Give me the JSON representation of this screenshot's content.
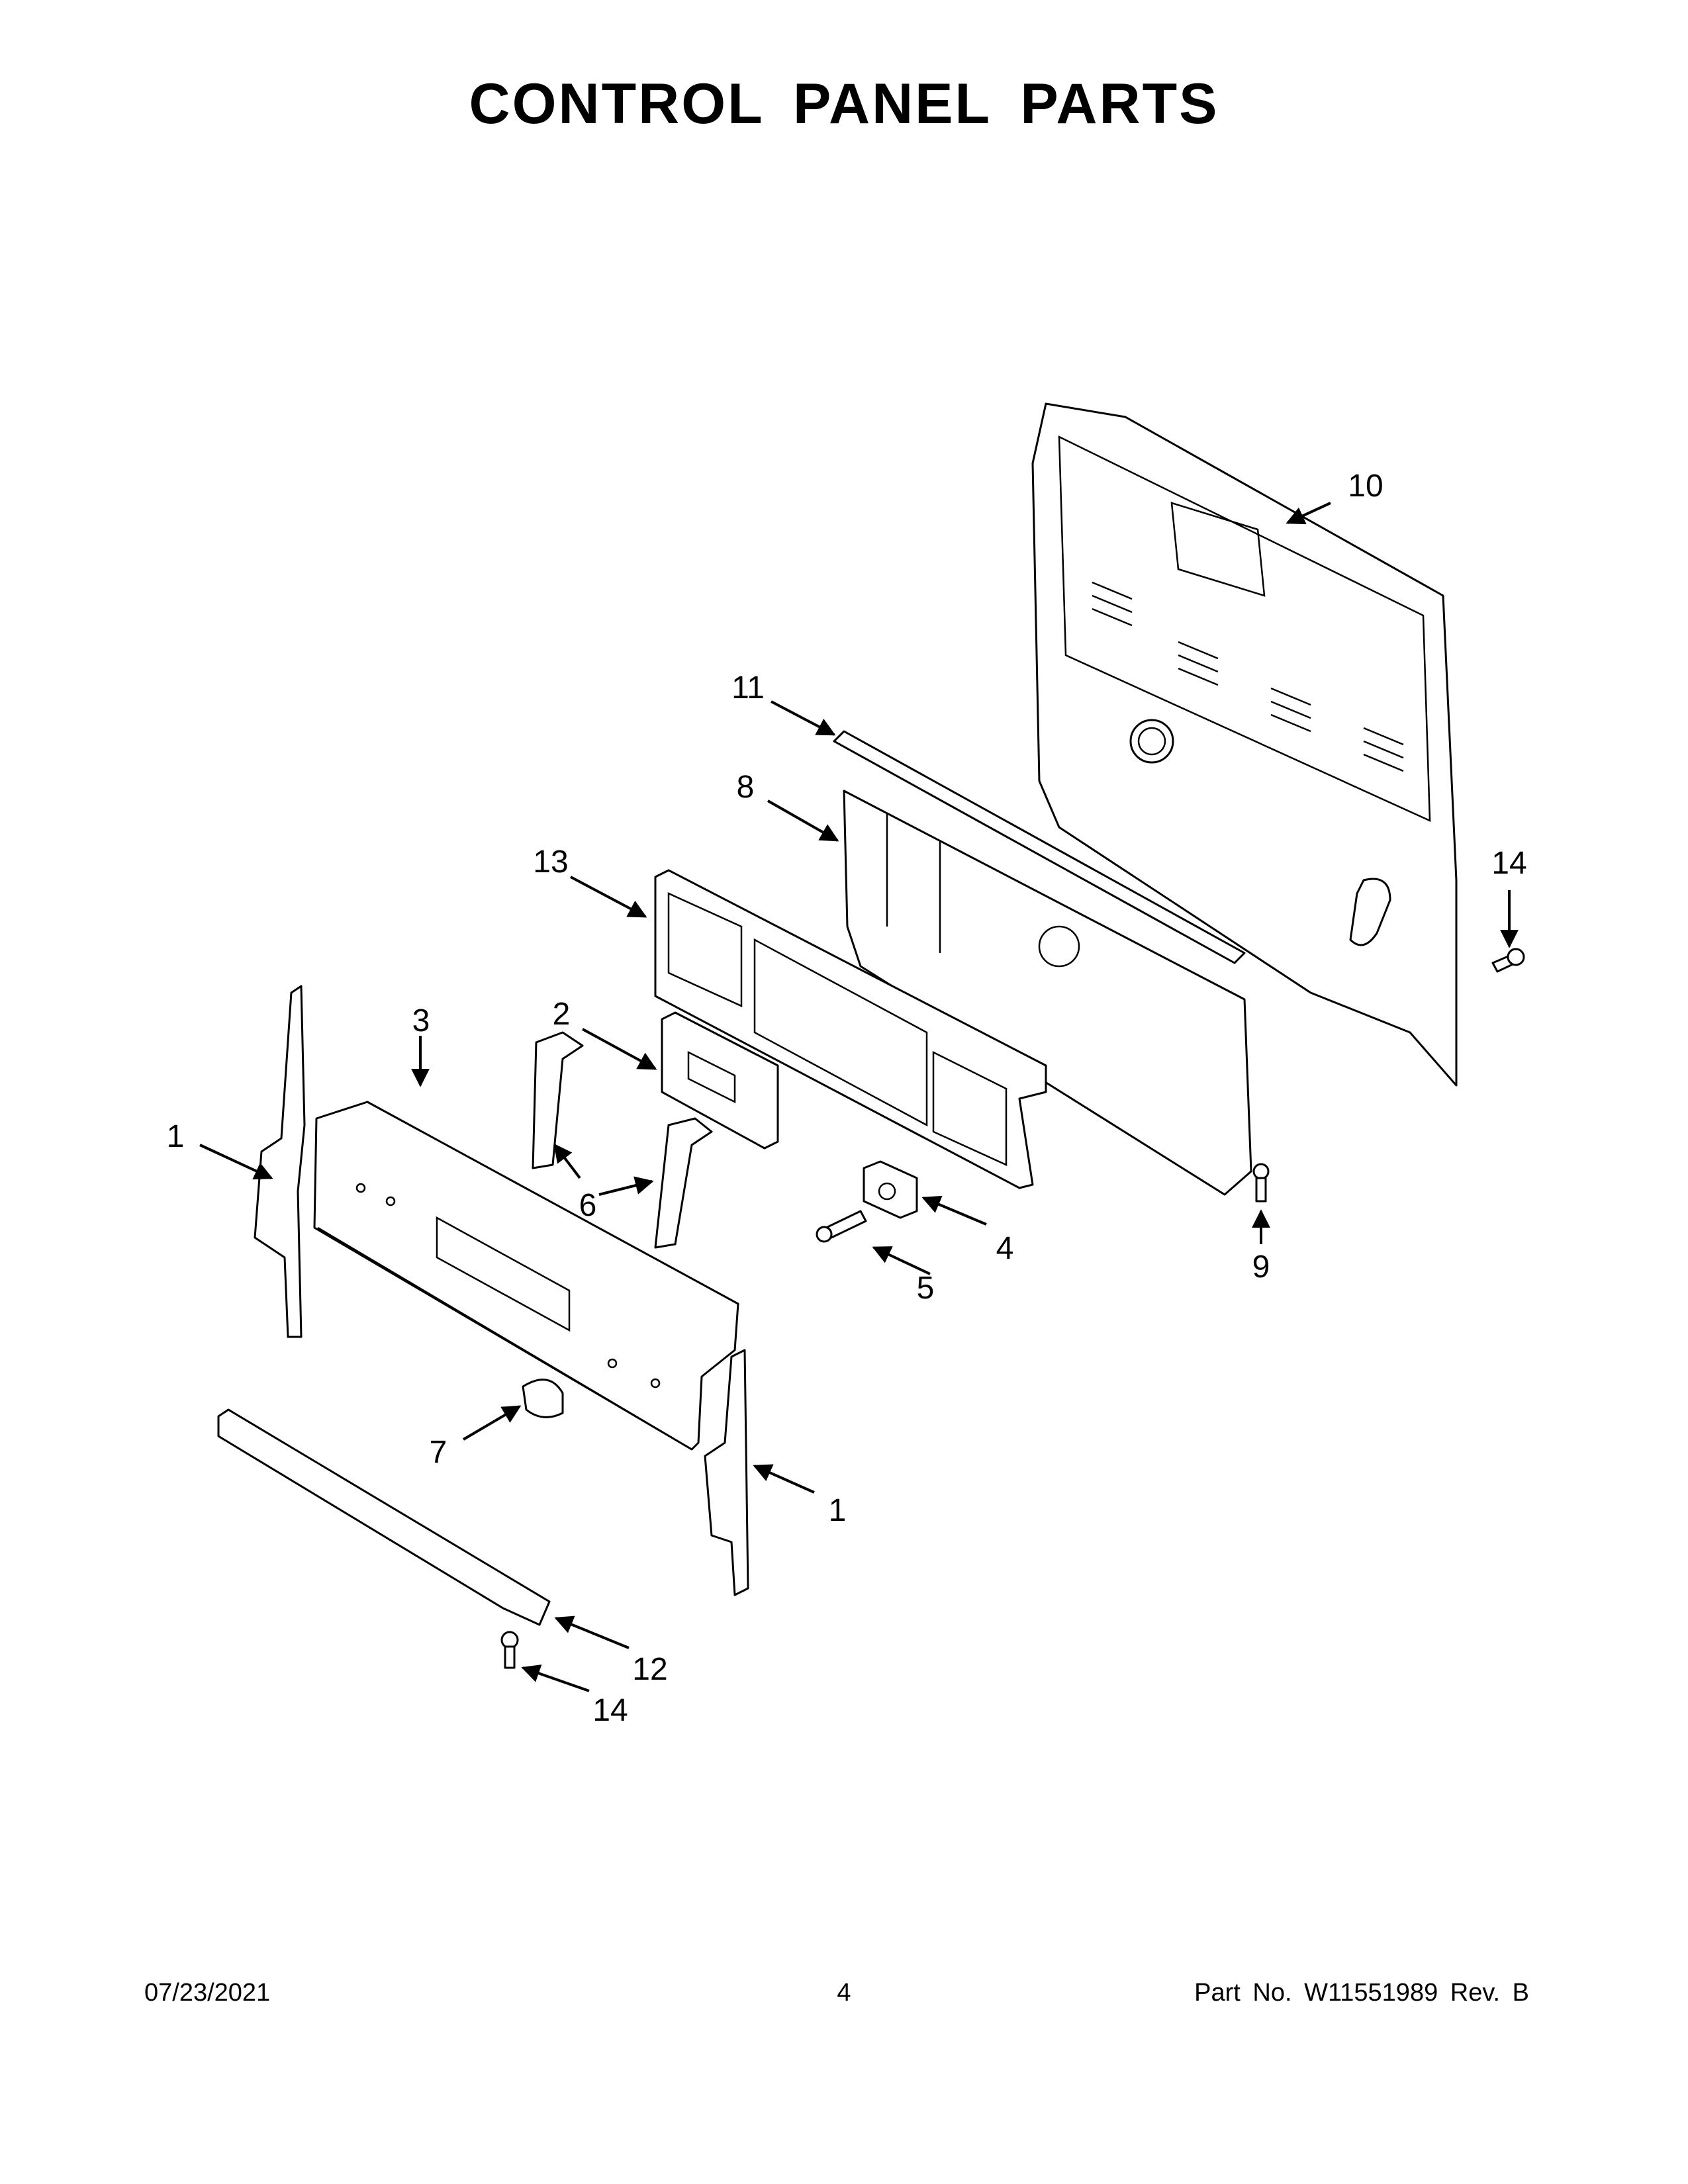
{
  "title": "CONTROL PANEL PARTS",
  "footer": {
    "date": "07/23/2021",
    "page": "4",
    "part_text": "Part No.  W11551989  Rev.  B"
  },
  "callouts": {
    "c1a": "1",
    "c1b": "1",
    "c2": "2",
    "c3": "3",
    "c4": "4",
    "c5": "5",
    "c6": "6",
    "c7": "7",
    "c8": "8",
    "c9": "9",
    "c10": "10",
    "c11": "11",
    "c12": "12",
    "c13": "13",
    "c14a": "14",
    "c14b": "14"
  }
}
